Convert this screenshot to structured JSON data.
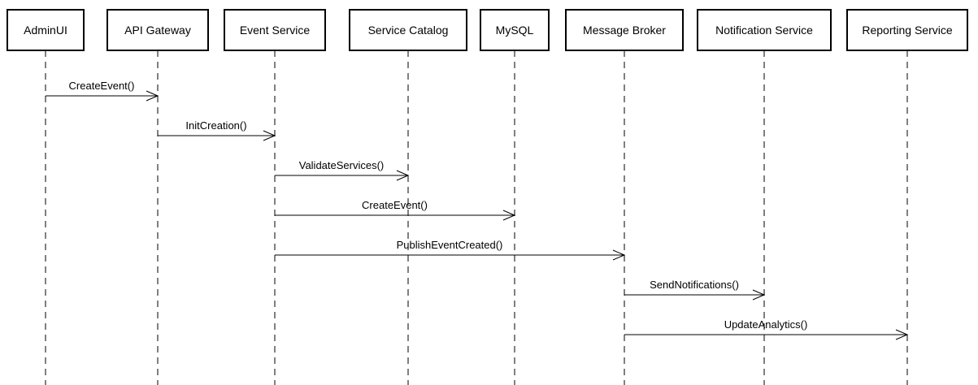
{
  "participants": [
    {
      "id": "adminui",
      "label": "AdminUI"
    },
    {
      "id": "api-gateway",
      "label": "API Gateway"
    },
    {
      "id": "event-service",
      "label": "Event Service"
    },
    {
      "id": "service-catalog",
      "label": "Service Catalog"
    },
    {
      "id": "mysql",
      "label": "MySQL"
    },
    {
      "id": "message-broker",
      "label": "Message Broker"
    },
    {
      "id": "notification-service",
      "label": "Notification Service"
    },
    {
      "id": "reporting-service",
      "label": "Reporting Service"
    }
  ],
  "messages": [
    {
      "from": "adminui",
      "to": "api-gateway",
      "label": "CreateEvent()"
    },
    {
      "from": "api-gateway",
      "to": "event-service",
      "label": "InitCreation()"
    },
    {
      "from": "event-service",
      "to": "service-catalog",
      "label": "ValidateServices()"
    },
    {
      "from": "event-service",
      "to": "mysql",
      "label": "CreateEvent()"
    },
    {
      "from": "event-service",
      "to": "message-broker",
      "label": "PublishEventCreated()"
    },
    {
      "from": "message-broker",
      "to": "notification-service",
      "label": "SendNotifications()"
    },
    {
      "from": "message-broker",
      "to": "reporting-service",
      "label": "UpdateAnalytics()"
    }
  ]
}
